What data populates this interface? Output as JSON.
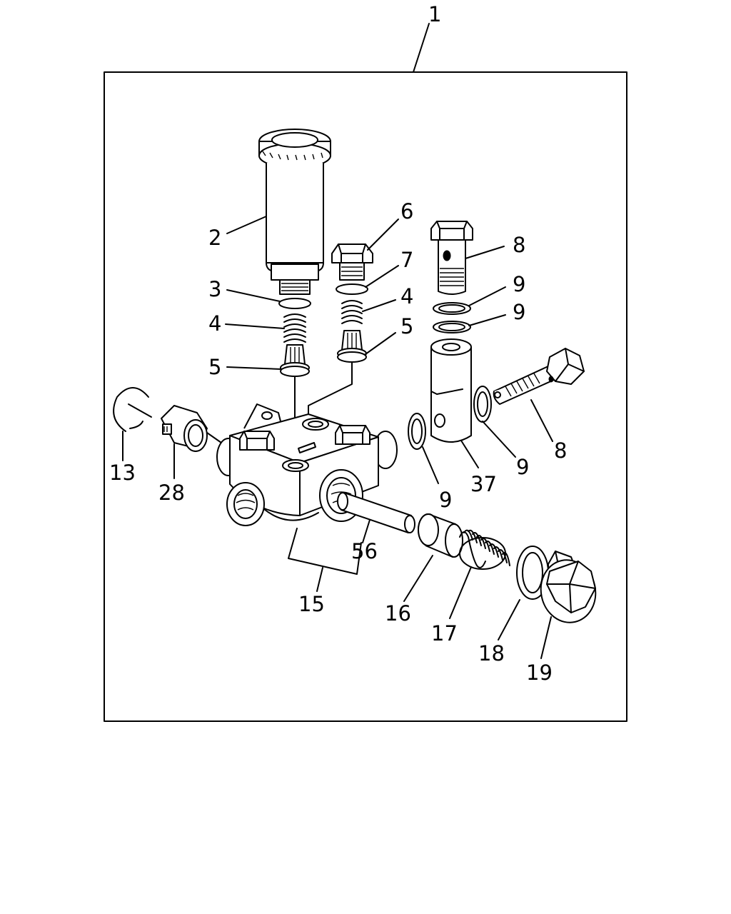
{
  "callouts": {
    "c1": "1",
    "c2": "2",
    "c3": "3",
    "c4a": "4",
    "c5a": "5",
    "c6": "6",
    "c7": "7",
    "c4b": "4",
    "c5b": "5",
    "c8a": "8",
    "c9a": "9",
    "c9b": "9",
    "c8b": "8",
    "c9c": "9",
    "c37": "37",
    "c9d": "9",
    "c13": "13",
    "c28": "28",
    "c56": "56",
    "c15": "15",
    "c16": "16",
    "c17": "17",
    "c18": "18",
    "c19": "19"
  }
}
